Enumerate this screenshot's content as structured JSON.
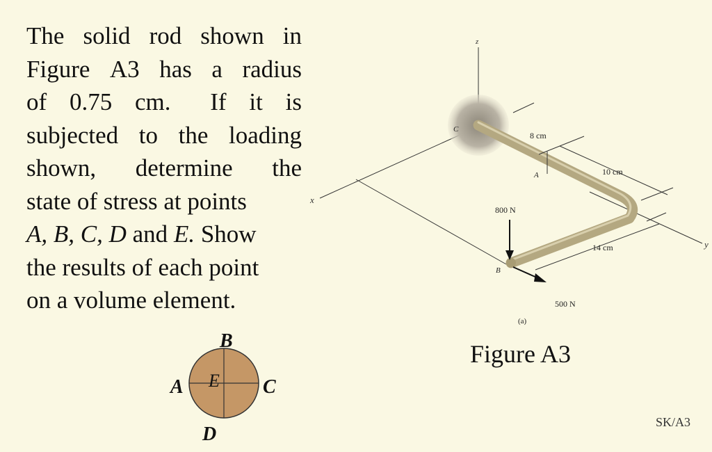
{
  "problem": {
    "lines": [
      [
        "The",
        "solid",
        "rod",
        "shown",
        "in"
      ],
      [
        "Figure",
        "A3",
        "has",
        "a",
        "radius"
      ],
      [
        "of",
        "0.75",
        "cm.",
        "If",
        "it",
        "is"
      ],
      [
        "subjected",
        "to",
        "the",
        "loading"
      ],
      [
        "shown,",
        "determine",
        "the"
      ]
    ],
    "line6": "state of stress at points",
    "line7_points": "A, B, C, D",
    "line7_and": " and ",
    "line7_e": "E.",
    "line7_show": " Show",
    "line8": "the results of each point",
    "line9": "on a volume element."
  },
  "section": {
    "label_a": "A",
    "label_b": "B",
    "label_c": "C",
    "label_d": "D",
    "label_e": "E",
    "fill_color": "#c59766"
  },
  "figure": {
    "axis_z": "z",
    "axis_x": "x",
    "axis_y": "y",
    "point_c": "C",
    "point_a": "A",
    "point_b": "B",
    "dim_8": "8 cm",
    "dim_10": "10 cm",
    "dim_14": "14 cm",
    "load_800": "800 N",
    "load_500": "500 N",
    "sub_caption": "(a)",
    "rod_color": "#b4a881",
    "wall_color": "#a09a8c"
  },
  "caption": "Figure A3",
  "code": "SK/A3"
}
